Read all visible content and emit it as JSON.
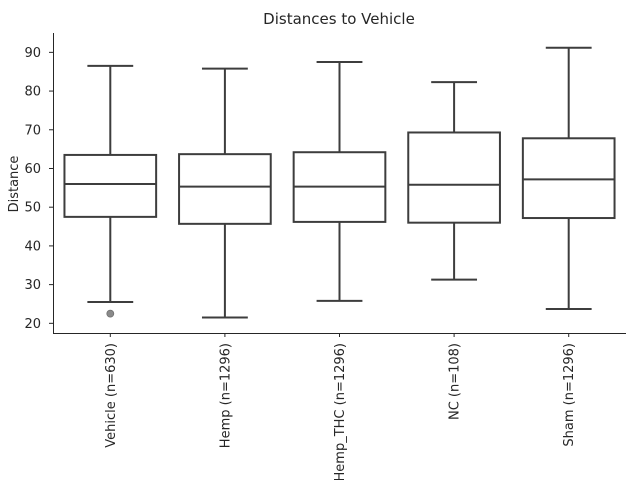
{
  "chart_data": {
    "type": "box",
    "title": "Distances to Vehicle",
    "xlabel": "",
    "ylabel": "Distance",
    "ylim": [
      17.5,
      95
    ],
    "yticks": [
      20,
      30,
      40,
      50,
      60,
      70,
      80,
      90
    ],
    "grid": false,
    "colors": {
      "box_line": "#3d3d3d",
      "outlier": "#8a8a8a",
      "axis": "#262626"
    },
    "categories": [
      "Vehicle (n=630)",
      "Hemp (n=1296)",
      "Hemp_THC (n=1296)",
      "NC (n=108)",
      "Sham (n=1296)"
    ],
    "boxes": [
      {
        "whisker_low": 25.5,
        "q1": 47.5,
        "median": 56.0,
        "q3": 63.5,
        "whisker_high": 86.5,
        "outliers": [
          22.5
        ]
      },
      {
        "whisker_low": 21.5,
        "q1": 45.7,
        "median": 55.3,
        "q3": 63.7,
        "whisker_high": 85.8,
        "outliers": []
      },
      {
        "whisker_low": 25.8,
        "q1": 46.2,
        "median": 55.3,
        "q3": 64.2,
        "whisker_high": 87.5,
        "outliers": []
      },
      {
        "whisker_low": 31.3,
        "q1": 46.0,
        "median": 55.8,
        "q3": 69.3,
        "whisker_high": 82.3,
        "outliers": []
      },
      {
        "whisker_low": 23.7,
        "q1": 47.2,
        "median": 57.2,
        "q3": 67.8,
        "whisker_high": 91.2,
        "outliers": []
      }
    ]
  }
}
